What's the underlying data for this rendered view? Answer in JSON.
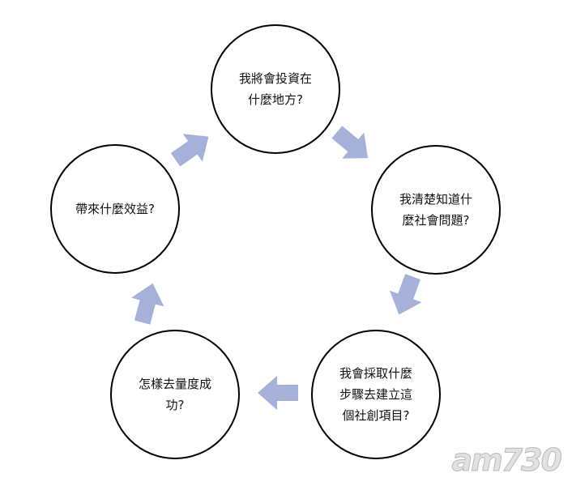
{
  "diagram": {
    "nodes": [
      {
        "id": "invest",
        "label": "我將會投資在\n什麼地方?"
      },
      {
        "id": "social-problem",
        "label": "我清楚知道什\n麼社會問題?"
      },
      {
        "id": "steps",
        "label": "我會採取什麼\n步驟去建立這\n個社創項目?"
      },
      {
        "id": "measure",
        "label": "怎樣去量度成\n功?"
      },
      {
        "id": "benefit",
        "label": "帶來什麼效益?"
      }
    ],
    "arrow_color": "#a5b1d9",
    "node_border_color": "#000000",
    "watermark": "am730"
  }
}
